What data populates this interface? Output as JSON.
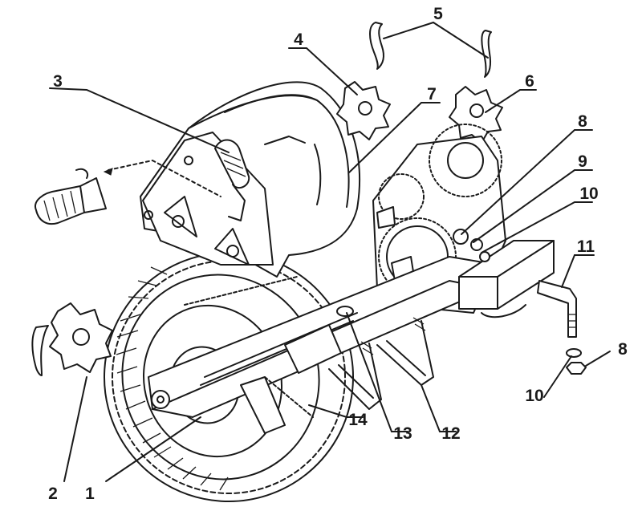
{
  "callouts": [
    {
      "id": "1",
      "label": "1"
    },
    {
      "id": "2",
      "label": "2"
    },
    {
      "id": "3",
      "label": "3"
    },
    {
      "id": "4",
      "label": "4"
    },
    {
      "id": "5",
      "label": "5"
    },
    {
      "id": "6",
      "label": "6"
    },
    {
      "id": "7",
      "label": "7"
    },
    {
      "id": "8a",
      "label": "8"
    },
    {
      "id": "8b",
      "label": "8"
    },
    {
      "id": "9",
      "label": "9"
    },
    {
      "id": "10a",
      "label": "10"
    },
    {
      "id": "10b",
      "label": "10"
    },
    {
      "id": "11",
      "label": "11"
    },
    {
      "id": "12",
      "label": "12"
    },
    {
      "id": "13",
      "label": "13"
    },
    {
      "id": "14",
      "label": "14"
    }
  ],
  "colors": {
    "ink": "#1a1a1a",
    "paper": "#ffffff"
  }
}
